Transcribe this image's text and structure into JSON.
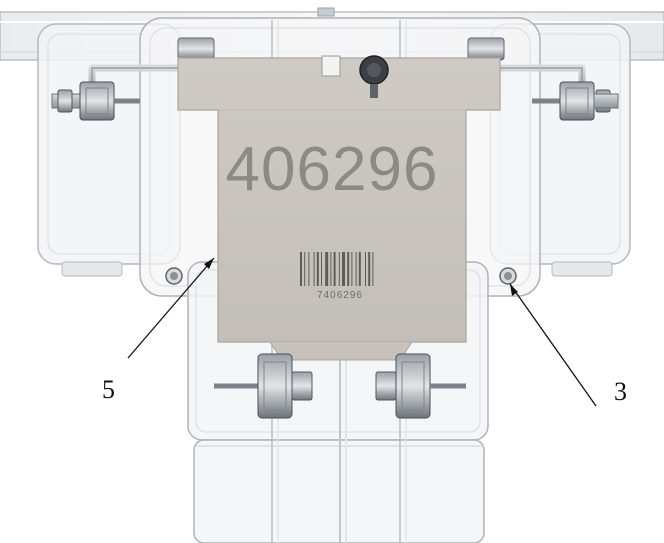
{
  "figure": {
    "plate_number": "406296",
    "barcode_number": "7406296",
    "callouts": [
      {
        "label": "5"
      },
      {
        "label": "3"
      }
    ]
  }
}
